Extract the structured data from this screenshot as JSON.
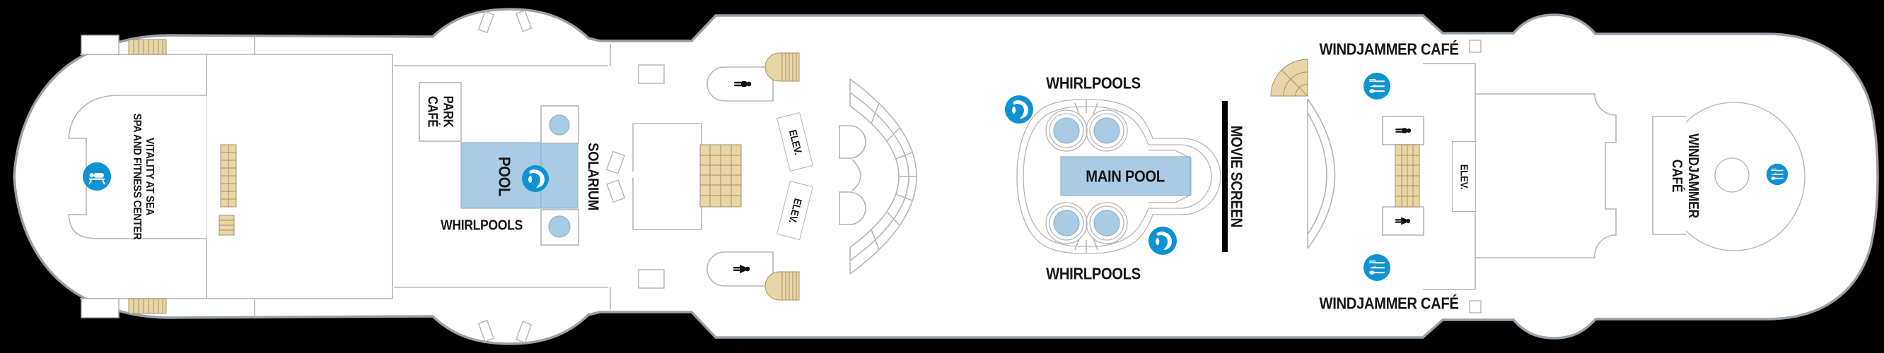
{
  "colors": {
    "background": "#000000",
    "hull_fill": "#ffffff",
    "hull_stroke": "#9aa0a6",
    "wall": "#b5b5b5",
    "stairs_fill": "#e9d6a6",
    "stairs_stroke": "#a2936e",
    "water_fill": "#a9cbe3",
    "water_stroke": "#8fb2cc",
    "icon_blue": "#0d93d4",
    "icon_black": "#111111",
    "label_text": "#161616",
    "movie_screen": "#000000"
  },
  "bow": {
    "spa_label": [
      "VITALITY AT SEA",
      "SPA AND FITNESS CENTER"
    ]
  },
  "solarium": {
    "park_cafe_label": [
      "PARK",
      "CAFÉ"
    ],
    "pool_label": "POOL",
    "whirlpools_label": "WHIRLPOOLS",
    "solarium_label": "SOLARIUM"
  },
  "midship": {
    "elev_upper_label": "ELEV.",
    "elev_lower_label": "ELEV."
  },
  "main_pool": {
    "whirlpools_top_label": "WHIRLPOOLS",
    "whirlpools_bottom_label": "WHIRLPOOLS",
    "pool_label": "MAIN POOL",
    "movie_screen_label": "MOVIE SCREEN"
  },
  "windjammer": {
    "cafe_top_label": "WINDJAMMER CAFÉ",
    "cafe_bottom_label": "WINDJAMMER CAFÉ",
    "elev_label": "ELEV.",
    "stern_label": [
      "WINDJAMMER",
      "CAFÉ"
    ]
  },
  "icons": {
    "spa": "spa-massage-icon",
    "whirlpool": "whirlpool-icon",
    "dining": "dining-icon",
    "mens_restroom": "mens-restroom-icon",
    "womens_restroom": "womens-restroom-icon"
  }
}
